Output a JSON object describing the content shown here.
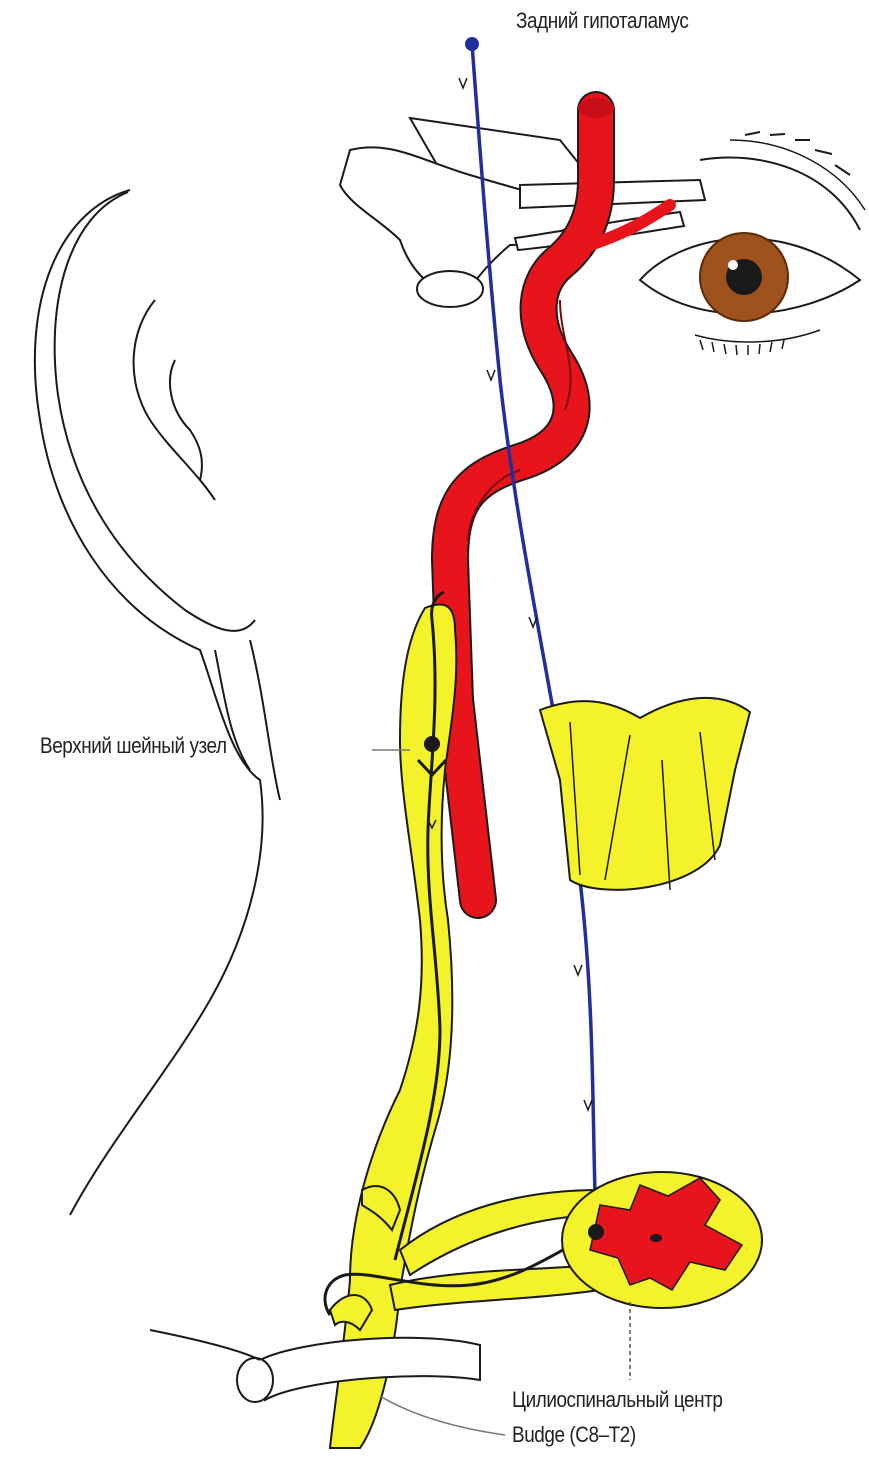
{
  "labels": {
    "posterior_hypothalamus": "Задний гипоталамус",
    "superior_cervical_ganglion": "Верхний шейный узел",
    "ciliospinal_center_line1": "Цилиоспинальный центр",
    "ciliospinal_center_line2": "Budge (C8–T2)"
  },
  "colors": {
    "artery": "#e8141c",
    "sympathetic_chain": "#f4f22a",
    "spinal_gray_matter": "#e8141c",
    "central_pathway": "#1f2f9e",
    "iris": "#a0521c",
    "outline": "#1a1a1a"
  },
  "icons": {
    "eye": "eye-icon",
    "ear": "ear-outline",
    "spinal_cord_section": "spinal-cord-icon",
    "vertebra": "vertebra-icon"
  }
}
